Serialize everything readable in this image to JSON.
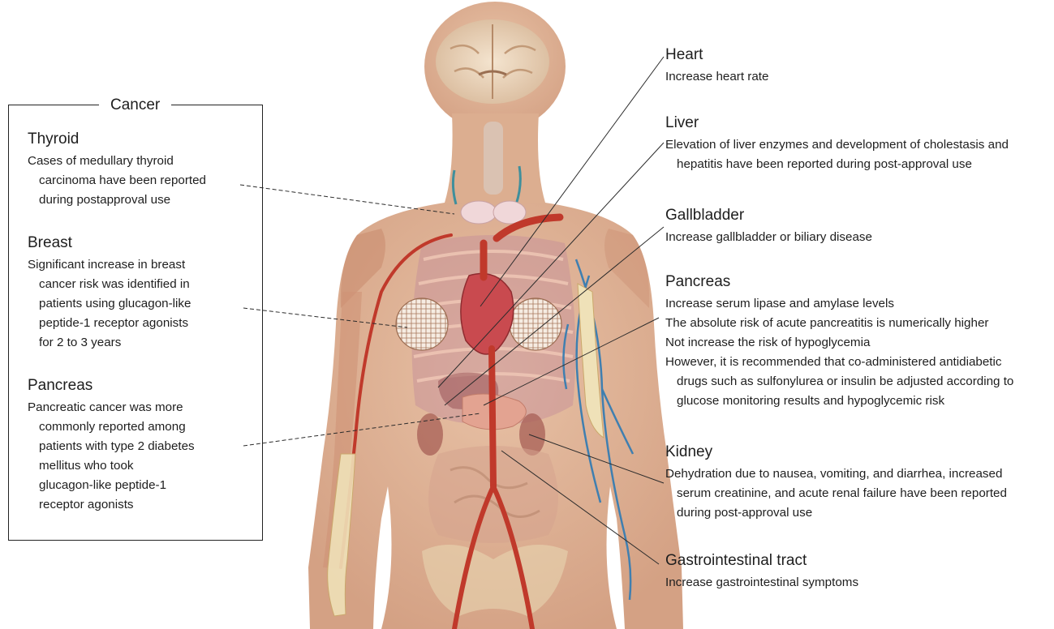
{
  "cancer_panel": {
    "title": "Cancer",
    "items": [
      {
        "organ": "Thyroid",
        "lines": [
          "Cases of medullary thyroid",
          "carcinoma have been reported",
          "during postapproval use"
        ]
      },
      {
        "organ": "Breast",
        "lines": [
          "Significant increase in breast",
          "cancer risk was identified in",
          "patients using glucagon-like",
          "peptide-1 receptor agonists",
          "for 2 to 3 years"
        ]
      },
      {
        "organ": "Pancreas",
        "lines": [
          "Pancreatic cancer was more",
          "commonly reported among",
          "patients with type 2 diabetes",
          "mellitus who took",
          "glucagon-like peptide-1",
          "receptor agonists"
        ]
      }
    ]
  },
  "organ_effects": [
    {
      "organ": "Heart",
      "lines": [
        "Increase heart rate"
      ]
    },
    {
      "organ": "Liver",
      "lines": [
        "Elevation of liver enzymes and development of cholestasis and",
        "hepatitis have been reported during post-approval use"
      ]
    },
    {
      "organ": "Gallbladder",
      "lines": [
        "Increase gallbladder or biliary disease"
      ]
    },
    {
      "organ": "Pancreas",
      "lines": [
        "Increase serum lipase and amylase levels",
        "The absolute risk of acute pancreatitis is numerically higher",
        "Not increase the risk of hypoglycemia",
        "However, it is recommended that co-administered antidiabetic",
        "drugs such as sulfonylurea or insulin be adjusted according to",
        "glucose monitoring results and hypoglycemic risk"
      ]
    },
    {
      "organ": "Kidney",
      "lines": [
        "Dehydration due to nausea, vomiting, and diarrhea, increased",
        "serum creatinine, and acute renal failure have been reported",
        "during post-approval use"
      ]
    },
    {
      "organ": "Gastrointestinal tract",
      "lines": [
        "Increase gastrointestinal symptoms"
      ]
    }
  ],
  "colors": {
    "skin": "#e3b89a",
    "muscle": "#c9836a",
    "artery": "#c0392b",
    "vein": "#3f7fb0",
    "bone": "#efe1b8",
    "lung": "#c98aa0",
    "line": "#2b2b2b"
  }
}
